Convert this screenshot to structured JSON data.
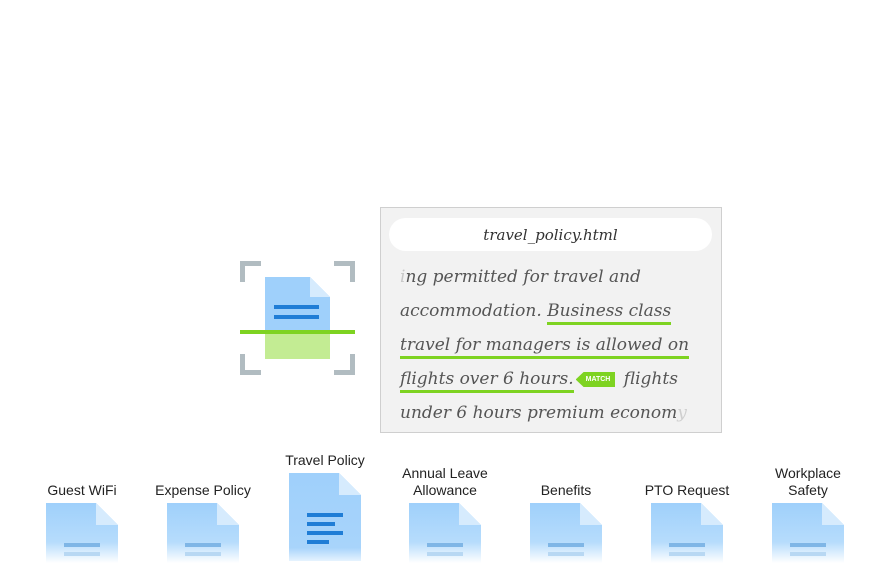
{
  "preview": {
    "filename": "travel_policy.html",
    "lines": [
      {
        "fade": "i",
        "text": "ng permitted for travel and"
      },
      {
        "plain": "accommodation. ",
        "hl": "Business class"
      },
      {
        "hl": "travel for managers is allowed on"
      },
      {
        "hl": "flights over 6 hours.",
        "tag": "MATCH",
        "after": " flights"
      },
      {
        "plain": "under 6 hours premium econom",
        "fade": "y"
      }
    ]
  },
  "files": [
    {
      "label": "Guest WiFi"
    },
    {
      "label": "Expense Policy"
    },
    {
      "label": "Travel Policy",
      "active": true
    },
    {
      "label": "Annual Leave Allowance"
    },
    {
      "label": "Benefits"
    },
    {
      "label": "PTO Request"
    },
    {
      "label": "Workplace Safety"
    }
  ],
  "colors": {
    "accent_green": "#7ed321",
    "doc_blue": "#9fd0fb",
    "doc_line_blue": "#1f7dd6",
    "scanner_corner": "#b1bcc1"
  },
  "icons": {
    "scanner": "document-icon",
    "file": "document-icon"
  }
}
